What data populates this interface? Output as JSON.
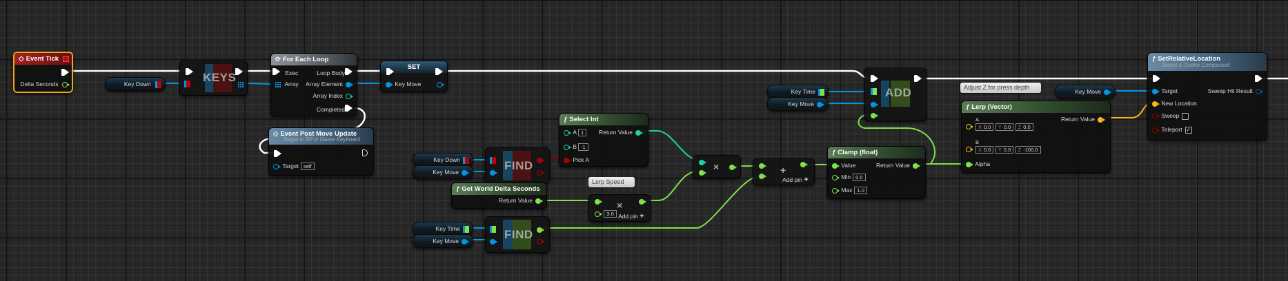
{
  "colors": {
    "exec": "#ffffff",
    "struct": "#0098e6",
    "int": "#1fd2a3",
    "float": "#7fe24a",
    "bool": "#8a0000",
    "vector": "#f3b822",
    "event_header": "#a12020",
    "function_header": "#5c7d57",
    "target_header": "#6a8aa5"
  },
  "nodes": {
    "event_tick": {
      "title": "Event Tick",
      "pins": {
        "delta_seconds": "Delta Seconds"
      }
    },
    "key_down_var_1": {
      "label": "Key Down"
    },
    "keys": {
      "label": "KEYS"
    },
    "for_each_loop": {
      "title": "For Each Loop",
      "pins": {
        "exec": "Exec",
        "array": "Array",
        "loop_body": "Loop Body",
        "array_element": "Array Element",
        "array_index": "Array Index",
        "completed": "Completed"
      }
    },
    "set": {
      "title": "SET",
      "pins": {
        "key_move": "Key Move"
      }
    },
    "event_post_move_update": {
      "title": "Event Post Move Update",
      "subtitle": "Target is BP  in Game Keyboard",
      "pins": {
        "target": "Target",
        "target_value": "self"
      }
    },
    "key_down_var_2": {
      "label": "Key Down"
    },
    "key_move_var_1": {
      "label": "Key Move"
    },
    "find_1": {
      "label": "FIND"
    },
    "select_int": {
      "title": "Select Int",
      "pins": {
        "a": "A",
        "a_value": "1",
        "b": "B",
        "b_value": "-1",
        "pick_a": "Pick A",
        "return_value": "Return Value"
      }
    },
    "get_world_delta_seconds": {
      "title": "Get World Delta Seconds",
      "pins": {
        "return_value": "Return Value"
      }
    },
    "lerp_speed_comment": {
      "text": "Lerp Speed"
    },
    "multiply_1": {
      "symbol": "×",
      "pin_value": "3.0",
      "add_pin": "Add pin"
    },
    "key_time_var_1": {
      "label": "Key Time"
    },
    "key_move_var_2": {
      "label": "Key Move"
    },
    "find_2": {
      "label": "FIND"
    },
    "multiply_2": {
      "symbol": "×"
    },
    "add_float": {
      "symbol": "+",
      "add_pin": "Add pin"
    },
    "clamp_float": {
      "title": "Clamp (float)",
      "pins": {
        "value": "Value",
        "min": "Min",
        "min_value": "0.0",
        "max": "Max",
        "max_value": "1.0",
        "return_value": "Return Value"
      }
    },
    "key_time_var_2": {
      "label": "Key Time"
    },
    "key_move_var_3": {
      "label": "Key Move"
    },
    "add_array": {
      "label": "ADD"
    },
    "adjust_z_comment": {
      "text": "Adjust Z for press depth"
    },
    "lerp_vector": {
      "title": "Lerp (Vector)",
      "pins": {
        "a": "A",
        "a_x": "0.0",
        "a_y": "0.0",
        "a_z": "0.0",
        "b": "B",
        "b_x": "0.0",
        "b_y": "0.0",
        "b_z": "-100.0",
        "alpha": "Alpha",
        "return_value": "Return Value",
        "x": "X",
        "y": "Y",
        "z": "Z"
      }
    },
    "key_move_var_4": {
      "label": "Key Move"
    },
    "set_relative_location": {
      "title": "SetRelativeLocation",
      "subtitle": "Target is Scene Component",
      "pins": {
        "target": "Target",
        "new_location": "New Location",
        "sweep": "Sweep",
        "teleport": "Teleport",
        "sweep_hit_result": "Sweep Hit Result"
      },
      "sweep_checked": false,
      "teleport_checked": true
    }
  },
  "icons": {
    "function": "ƒ",
    "event": "◇",
    "loop": "⟳",
    "close": "■",
    "check": "✓",
    "plus": "+",
    "times": "×"
  }
}
